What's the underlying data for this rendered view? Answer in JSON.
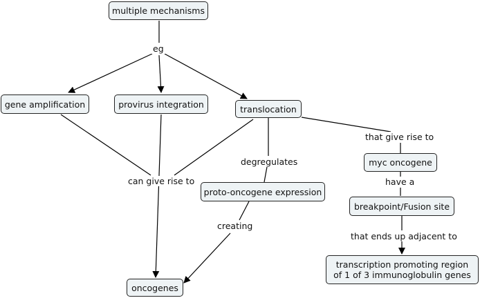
{
  "nodes": {
    "multiple_mechanisms": "multiple mechanisms",
    "gene_amplification": "gene amplification",
    "provirus_integration": "provirus integration",
    "translocation": "translocation",
    "proto_oncogene_expression": "proto-oncogene expression",
    "myc_oncogene": "myc oncogene",
    "breakpoint_fusion_site": "breakpoint/Fusion site",
    "transcription_promoting_region": "transcription promoting region of 1 of 3 immunoglobulin genes",
    "oncogenes": "oncogenes"
  },
  "links": {
    "eg": "eg",
    "can_give_rise_to": "can give rise to",
    "degregulates": "degregulates",
    "creating": "creating",
    "that_give_rise_to": "that give rise to",
    "have_a": "have a",
    "that_ends_up_adjacent_to": "that ends up adjacent to"
  },
  "colors": {
    "node_fill": "#eef3f5",
    "node_border": "#222222",
    "line": "#000000"
  }
}
